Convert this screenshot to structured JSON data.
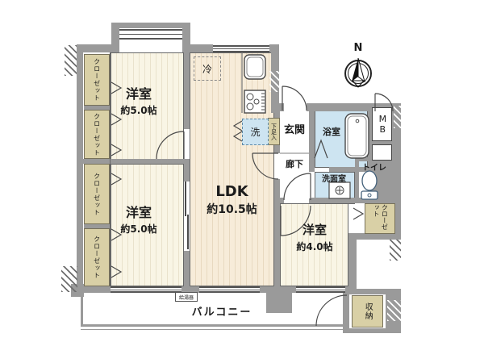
{
  "plan": {
    "compass_label": "N",
    "rooms": {
      "bedroom1": {
        "name": "洋室",
        "size": "約5.0帖"
      },
      "bedroom2": {
        "name": "洋室",
        "size": "約5.0帖"
      },
      "bedroom3": {
        "name": "洋室",
        "size": "約4.0帖"
      },
      "ldk": {
        "name": "LDK",
        "size": "約10.5帖"
      }
    },
    "labels": {
      "entrance": "玄関",
      "hallway": "廊下",
      "bathroom": "浴室",
      "washroom": "洗面室",
      "toilet": "トイレ",
      "balcony": "バルコニー",
      "storage": "収納",
      "closet": "クローゼット",
      "shoe_cabinet": "下足入",
      "refrigerator": "冷",
      "washer": "洗",
      "meter_box": "MB",
      "water_heater": "給湯器"
    },
    "colors": {
      "wall": "#9a9a9a",
      "bedroom_floor": "#f9f5e5",
      "ldk_floor": "#f7ecd9",
      "closet": "#d9d0a6",
      "wet_area": "#cde4f1"
    }
  }
}
